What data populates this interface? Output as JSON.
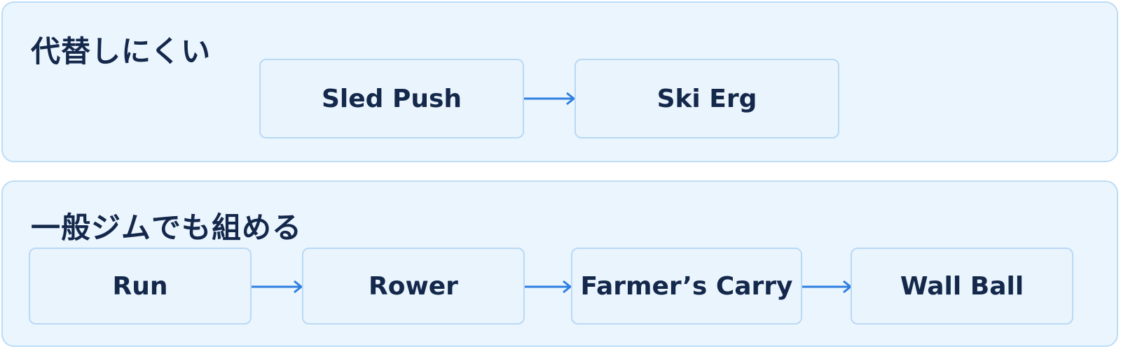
{
  "colors": {
    "panel_background": "#ebf5fe",
    "panel_border": "#bcdcf6",
    "node_border": "#b9d9f5",
    "text": "#14284b",
    "arrow": "#2f7fe0"
  },
  "groups": [
    {
      "title": "代替しにくい",
      "steps": [
        "Sled Push",
        "Ski Erg"
      ]
    },
    {
      "title": "一般ジムでも組める",
      "steps": [
        "Run",
        "Rower",
        "Farmer’s Carry",
        "Wall Ball"
      ]
    }
  ]
}
